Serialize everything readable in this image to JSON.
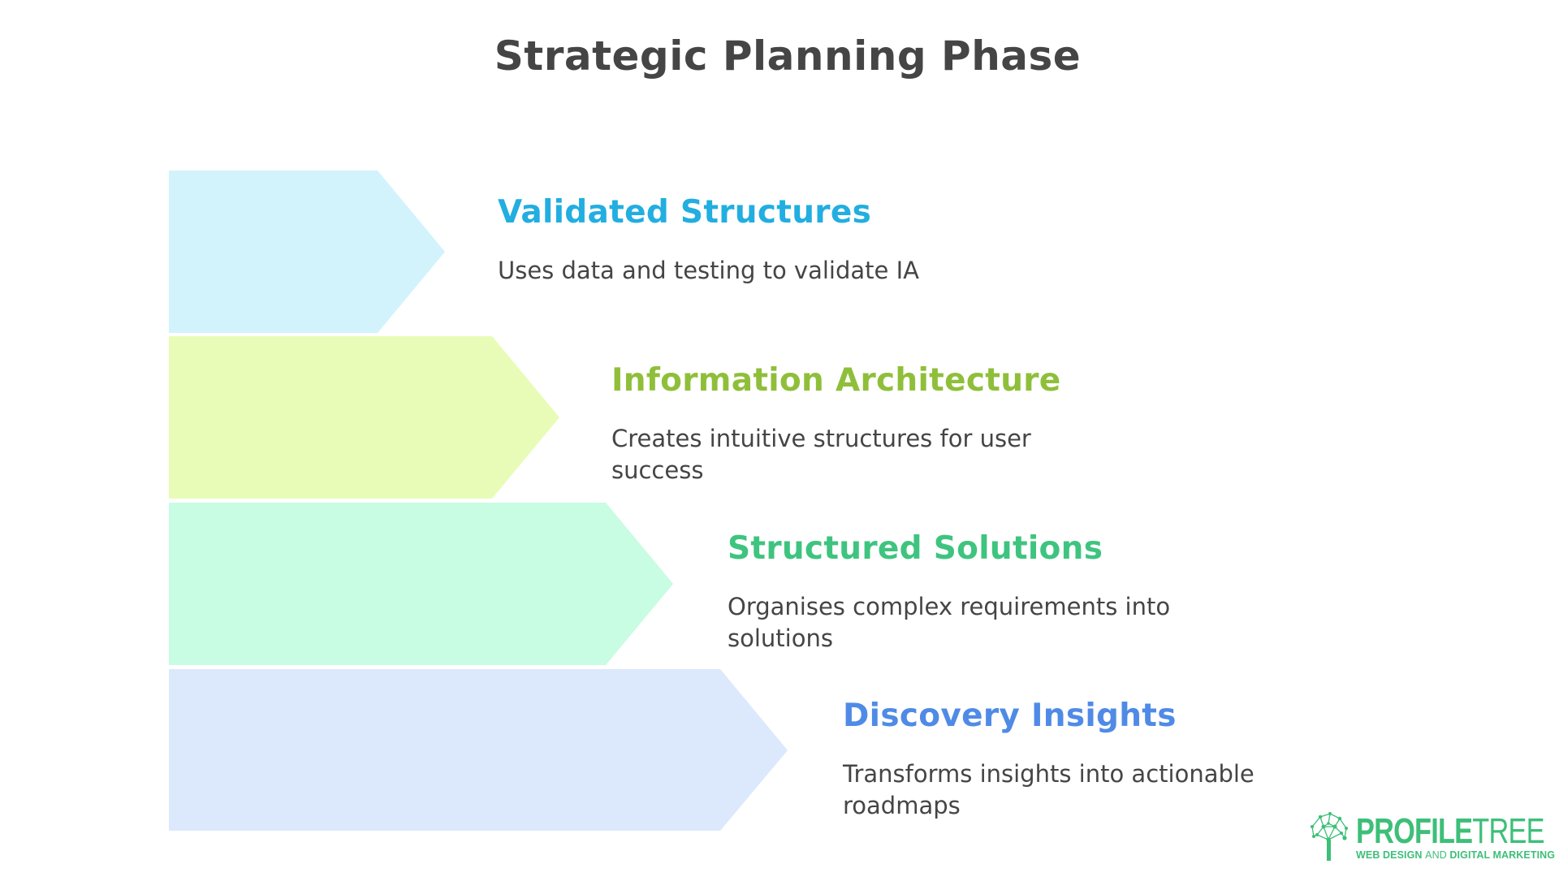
{
  "title": "Strategic Planning Phase",
  "colors": {
    "title_text": "#454545",
    "body_text": "#454545",
    "logo": "#3dbf78"
  },
  "stages": [
    {
      "heading": "Validated Structures",
      "description": "Uses data and testing to validate IA",
      "heading_color": "#22aee0",
      "fill_color": "#d2f3fc"
    },
    {
      "heading": "Information Architecture",
      "description": "Creates intuitive structures for user success",
      "heading_color": "#8fbf3a",
      "fill_color": "#e9fcb7"
    },
    {
      "heading": "Structured Solutions",
      "description": "Organises complex requirements into solutions",
      "heading_color": "#3ec47f",
      "fill_color": "#c8fce3"
    },
    {
      "heading": "Discovery Insights",
      "description": "Transforms insights into actionable roadmaps",
      "heading_color": "#4f8be6",
      "fill_color": "#dce8fc"
    }
  ],
  "logo": {
    "icon": "tree-network-icon",
    "word_bold": "PROFILE",
    "word_thin": "TREE",
    "tagline_part1": "WEB DESIGN ",
    "tagline_part2": "AND",
    "tagline_part3": " DIGITAL MARKETING"
  }
}
